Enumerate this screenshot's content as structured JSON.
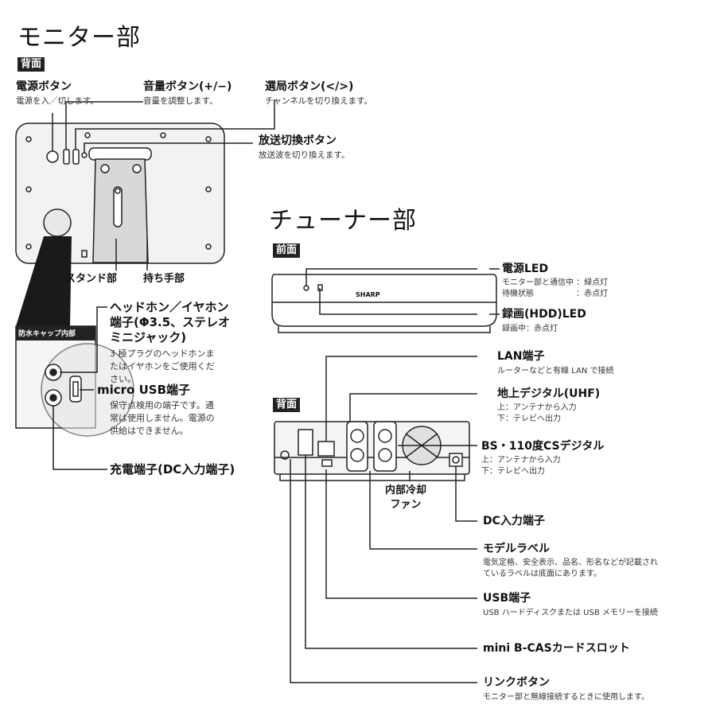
{
  "monitor": {
    "title": "モニター部",
    "rear_badge": "背面",
    "power_button": {
      "title": "電源ボタン",
      "desc": "電源を入／切します。"
    },
    "volume_button": {
      "title": "音量ボタン(+/−)",
      "desc": "音量を調整します。"
    },
    "channel_button": {
      "title": "選局ボタン(</>)",
      "desc": "チャンネルを切り換えます。"
    },
    "broadcast_button": {
      "title": "放送切換ボタン",
      "desc": "放送波を切り換えます。"
    },
    "stand_label": "スタンド部",
    "handle_label": "持ち手部",
    "cap_label": "防水キャップ内部",
    "headphone": {
      "title_lines": [
        "ヘッドホン／イヤホン",
        "端子(Φ3.5、ステレオ",
        "ミニジャック)"
      ],
      "desc_lines": [
        "3 極プラグのヘッドホンま",
        "たはイヤホンをご使用くだ",
        "さい。"
      ]
    },
    "micro_usb": {
      "title": "micro USB端子",
      "desc_lines": [
        "保守点検用の端子です。通",
        "常は使用しません。電源の",
        "供給はできません。"
      ]
    },
    "charge": {
      "title": "充電端子(DC入力端子)"
    }
  },
  "tuner": {
    "title": "チューナー部",
    "front_badge": "前面",
    "rear_badge": "背面",
    "brand": "SHARP",
    "power_led": {
      "title": "電源LED",
      "desc_lines": [
        "モニター部と通信中 ：緑点灯",
        "待機状態　　　　　 ：赤点灯"
      ]
    },
    "rec_led": {
      "title": "録画(HDD)LED",
      "desc": "録画中：赤点灯"
    },
    "lan": {
      "title": "LAN端子",
      "desc": "ルーターなどと有線 LAN で接続"
    },
    "uhf": {
      "title": "地上デジタル(UHF)",
      "desc_lines": [
        "上：アンテナから入力",
        "下：テレビへ出力"
      ]
    },
    "bs": {
      "title": "BS・110度CSデジタル",
      "desc_lines": [
        "上：アンテナから入力",
        "下：テレビへ出力"
      ]
    },
    "fan": {
      "title_lines": [
        "内部冷却",
        "ファン"
      ]
    },
    "dc": {
      "title": "DC入力端子"
    },
    "model_label": {
      "title": "モデルラベル",
      "desc_lines": [
        "電気定格、安全表示、品名、形名などが記載され",
        "ているラベルは底面にあります。"
      ]
    },
    "usb": {
      "title": "USB端子",
      "desc": "USB ハードディスクまたは USB メモリーを接続"
    },
    "bcas": {
      "title": "mini B-CASカードスロット"
    },
    "link": {
      "title": "リンクボタン",
      "desc": "モニター部と無線接続するときに使用します。"
    }
  }
}
